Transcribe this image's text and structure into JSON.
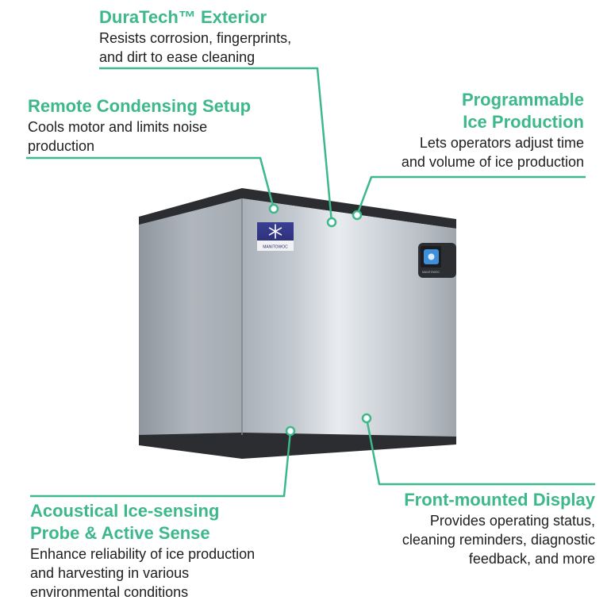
{
  "accent_color": "#3cb88a",
  "callouts": {
    "duratech": {
      "title": "DuraTech™ Exterior",
      "lines": [
        "Resists corrosion, fingerprints,",
        "and dirt to ease cleaning"
      ]
    },
    "remote": {
      "title": "Remote Condensing Setup",
      "lines": [
        "Cools motor and limits noise",
        "production"
      ]
    },
    "program": {
      "title_lines": [
        "Programmable",
        "Ice Production"
      ],
      "lines": [
        "Lets operators adjust time",
        "and volume of ice production"
      ]
    },
    "acoustic": {
      "title_lines": [
        "Acoustical Ice-sensing",
        "Probe & Active Sense"
      ],
      "lines": [
        "Enhance reliability of ice production",
        "and harvesting in various",
        "environmental conditions"
      ]
    },
    "display": {
      "title": "Front-mounted Display",
      "lines": [
        "Provides operating status,",
        "cleaning reminders, diagnostic",
        "feedback, and more"
      ]
    }
  },
  "product": {
    "badge_text": "MANITOWOC",
    "badge_icon": "snowflake-icon",
    "display_label": "MANITOWOC"
  }
}
